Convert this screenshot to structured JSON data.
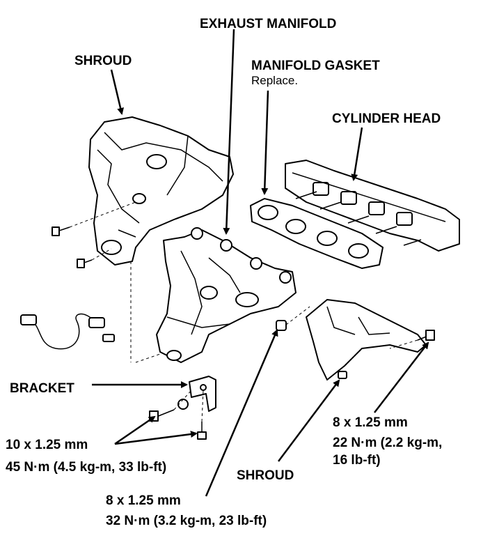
{
  "labels": {
    "exhaust_manifold": "EXHAUST MANIFOLD",
    "shroud_top": "SHROUD",
    "manifold_gasket": "MANIFOLD GASKET",
    "gasket_note": "Replace.",
    "cylinder_head": "CYLINDER HEAD",
    "bracket": "BRACKET",
    "shroud_bottom": "SHROUD"
  },
  "specs": {
    "bracket_bolt_size": "10 x 1.25 mm",
    "bracket_bolt_torque": "45 N·m (4.5 kg-m, 33 lb-ft)",
    "manifold_nut_size": "8 x 1.25 mm",
    "manifold_nut_torque": "32 N·m (3.2 kg-m, 23 lb-ft)",
    "shroud_bolt_size": "8 x 1.25 mm",
    "shroud_bolt_torque_line1": "22 N·m (2.2 kg-m,",
    "shroud_bolt_torque_line2": "16 lb-ft)"
  }
}
